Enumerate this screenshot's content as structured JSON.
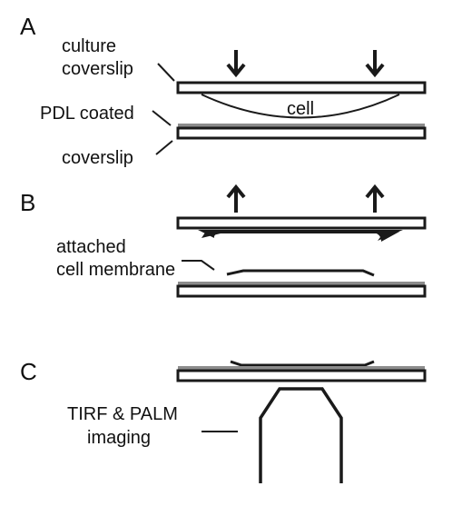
{
  "panels": {
    "a": {
      "letter": "A",
      "label_culture": "culture",
      "label_coverslip_top": "coverslip",
      "label_pdl": "PDL coated",
      "label_coverslip_bottom": "coverslip",
      "label_cell": "cell"
    },
    "b": {
      "letter": "B",
      "label_attached": "attached",
      "label_membrane": "cell membrane"
    },
    "c": {
      "letter": "C",
      "label_imaging_1": "TIRF & PALM",
      "label_imaging_2": "imaging"
    }
  },
  "colors": {
    "stroke": "#1a1a1a",
    "pdl_coating": "#8c8c8c",
    "background": "#ffffff"
  }
}
